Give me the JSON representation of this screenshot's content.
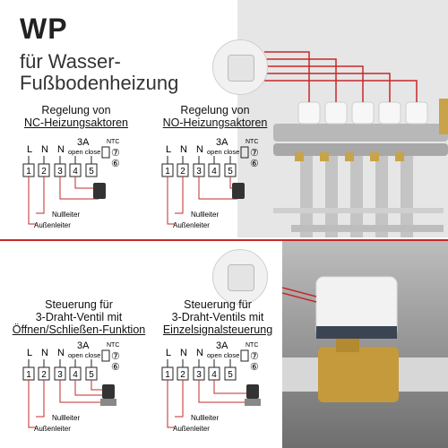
{
  "header": {
    "title": "WP",
    "subtitle_line1": "für Wasser-",
    "subtitle_line2": "Fußbodenheizung"
  },
  "diagrams": [
    {
      "title_line1": "Regelung von",
      "title_line2": "NC-Heizungsaktoren"
    },
    {
      "title_line1": "Regelung von",
      "title_line2": "NO-Heizungsaktoren"
    },
    {
      "title_line1": "Steuerung für",
      "title_line2": "3-Draht-Ventil mit",
      "title_line3": "Öffnen/Schließen-Funktion"
    },
    {
      "title_line1": "Steuerung für",
      "title_line2": "3-Draht-Ventils mit",
      "title_line3": "Einzelsignalsteuerung"
    }
  ],
  "wiring": {
    "top_letters": [
      "L",
      "N",
      "N"
    ],
    "current": "3A",
    "open_close": "open close",
    "ntc": "NTC",
    "terminals": [
      "1",
      "2",
      "3",
      "4",
      "5"
    ],
    "ntc_terminals": [
      "⑦",
      "⑥"
    ],
    "neutral": "Nullleiter",
    "live": "Außenleiter"
  },
  "colors": {
    "accent_red": "#c62828",
    "wall_gray": "#d9d9d9"
  }
}
